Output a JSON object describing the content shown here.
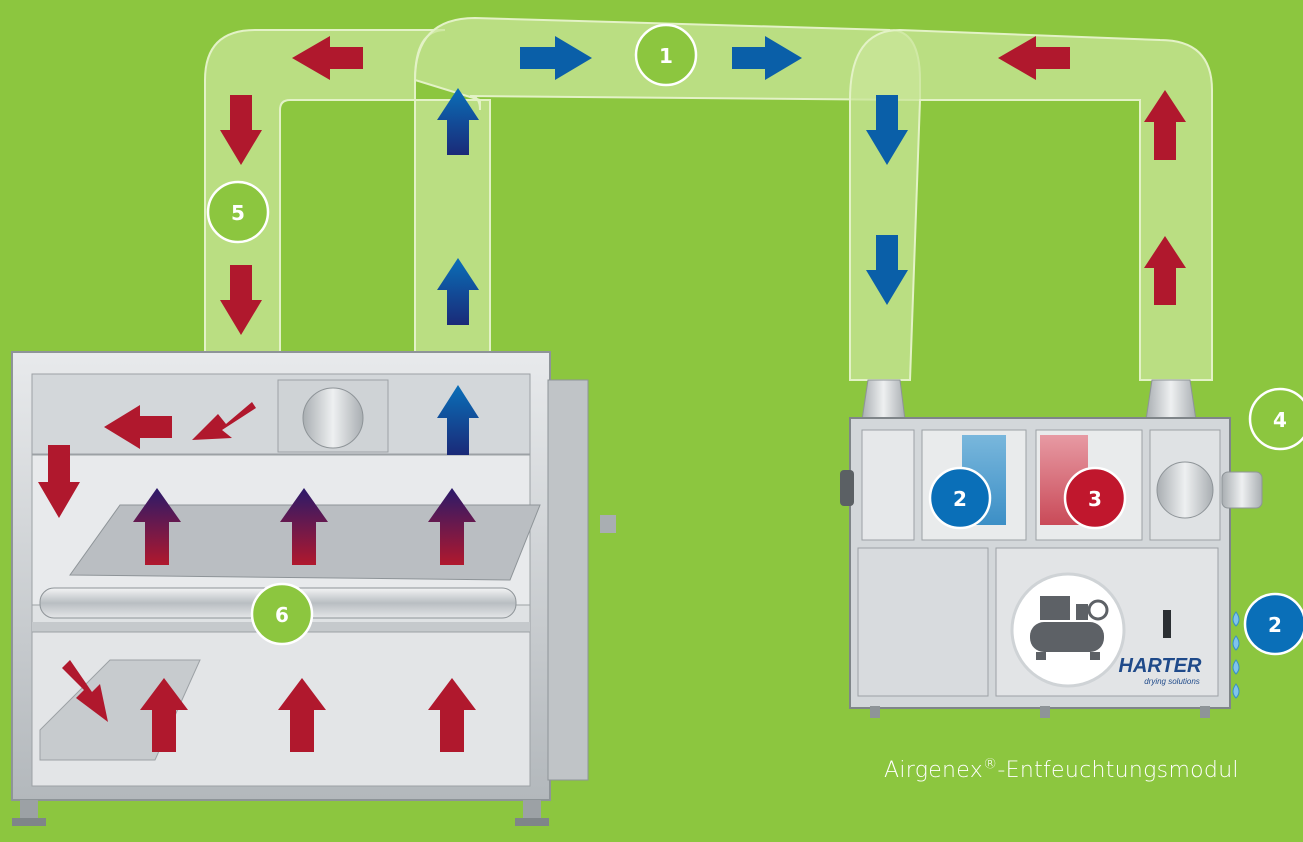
{
  "diagram": {
    "badges": [
      {
        "id": "duct-top",
        "label": "1",
        "color": "#8cc63f"
      },
      {
        "id": "duct-left",
        "label": "5",
        "color": "#8cc63f"
      },
      {
        "id": "dryer-roller",
        "label": "6",
        "color": "#8cc63f"
      },
      {
        "id": "module-cold",
        "label": "2",
        "color": "#0a6fb8"
      },
      {
        "id": "module-hot",
        "label": "3",
        "color": "#c0172d"
      },
      {
        "id": "module-right",
        "label": "4",
        "color": "#8cc63f"
      },
      {
        "id": "water-out",
        "label": "2",
        "color": "#0a6fb8"
      }
    ],
    "module_logo": {
      "brand": "HARTER",
      "tagline": "drying solutions"
    },
    "caption": {
      "name": "Airgenex",
      "reg": "®",
      "suffix": "-Entfeuchtungsmodul"
    },
    "colors": {
      "background": "#8cc63f",
      "hot_arrow": "#b0182d",
      "cold_arrow": "#0a5fa8",
      "duct": "#c9e59a",
      "steel": "#c9cdd0"
    },
    "icons": [
      "compressor-icon",
      "water-drop-icon",
      "arrow-up-icon",
      "arrow-down-icon",
      "arrow-left-icon",
      "arrow-right-icon"
    ]
  }
}
